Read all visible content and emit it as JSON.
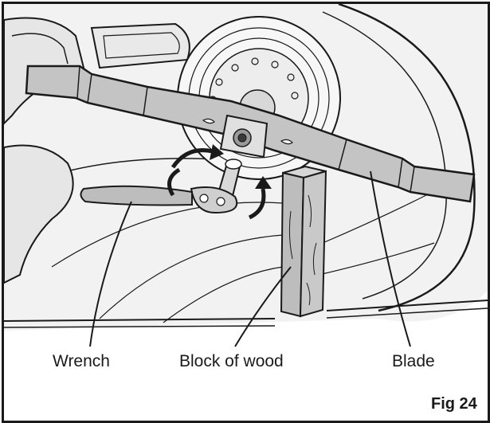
{
  "labels": {
    "wrench": "Wrench",
    "block_of_wood": "Block of wood",
    "blade": "Blade"
  },
  "figure_label": "Fig 24",
  "colors": {
    "line": "#1a1a1a",
    "blade_fill": "#c4c4c4",
    "deck_fill": "#eeeeee",
    "wood_fill": "#bdbdbd",
    "background": "#ffffff"
  }
}
